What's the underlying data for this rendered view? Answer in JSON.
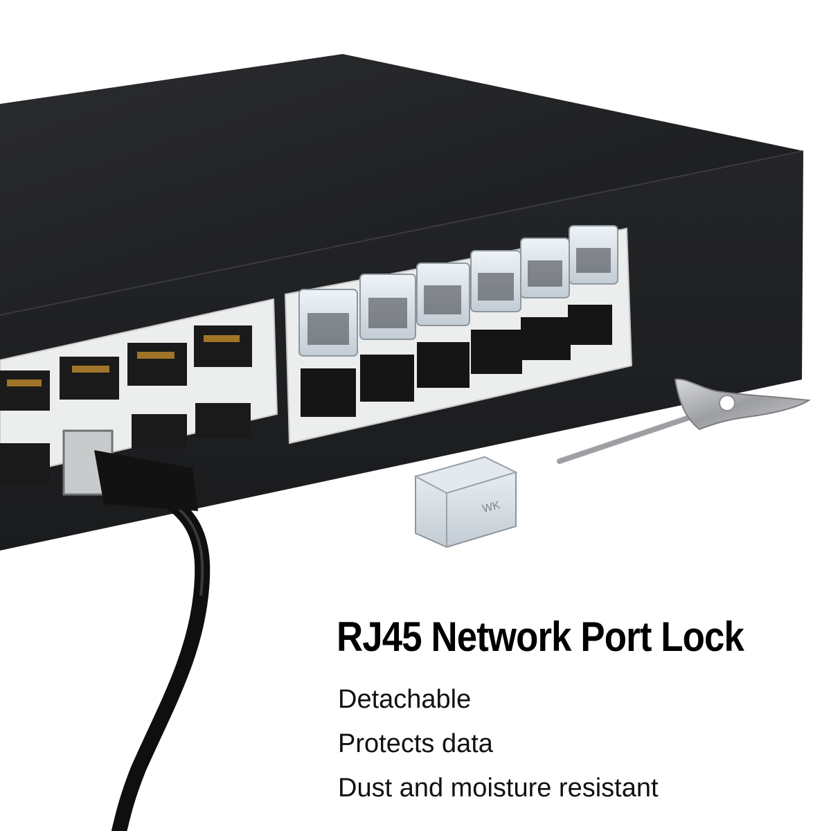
{
  "headline": "RJ45 Network Port Lock",
  "features": [
    "Detachable",
    "Protects data",
    "Dust and moisture resistant"
  ],
  "lock_mark": "WK",
  "colors": {
    "switch_body": "#1e1f22",
    "port_frame": "#e9eaea",
    "lock_clear": "#cfd8df",
    "key_metal": "#a7a9ac",
    "cable": "#101010"
  }
}
